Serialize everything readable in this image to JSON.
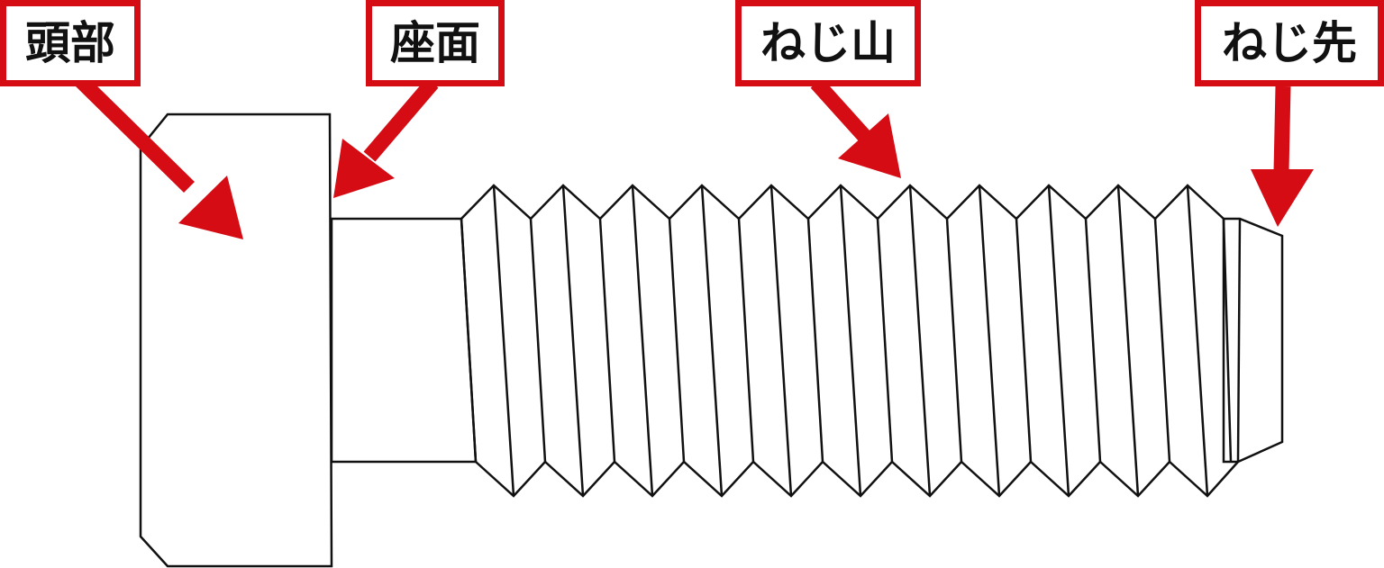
{
  "colors": {
    "accent": "#d60c14",
    "outline": "#111111",
    "background": "#ffffff"
  },
  "labels": {
    "head": "頭部",
    "seat": "座面",
    "thread": "ねじ山",
    "tip": "ねじ先"
  }
}
